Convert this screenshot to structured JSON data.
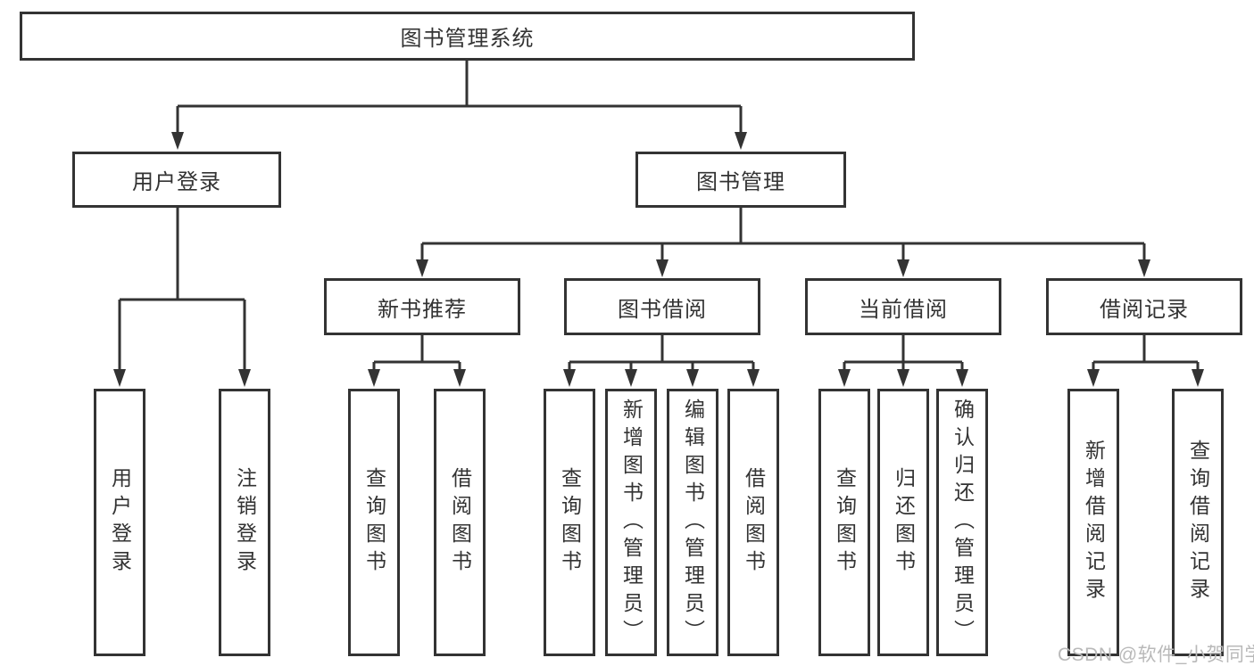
{
  "colors": {
    "background": "#ffffff",
    "box_border": "#333333",
    "text": "#333333",
    "connector": "#333333",
    "watermark_text": "#b9b9b9"
  },
  "tree": {
    "root": {
      "label": "图书管理系统"
    },
    "branches": {
      "user_login": {
        "label": "用户登录",
        "children": [
          "用户登录",
          "注销登录"
        ]
      },
      "book_mgmt": {
        "label": "图书管理"
      },
      "new_book_rec": {
        "label": "新书推荐",
        "children": [
          "查询图书",
          "借阅图书"
        ]
      },
      "book_borrow": {
        "label": "图书借阅",
        "children": [
          "查询图书",
          "新增图书（管理员）",
          "编辑图书（管理员）",
          "借阅图书"
        ]
      },
      "current_borrow": {
        "label": "当前借阅",
        "children": [
          "查询图书",
          "归还图书",
          "确认归还（管理员）"
        ]
      },
      "borrow_record": {
        "label": "借阅记录",
        "children": [
          "新增借阅记录",
          "查询借阅记录"
        ]
      }
    }
  },
  "watermark": {
    "text": "CSDN @软件_小贺同学"
  }
}
